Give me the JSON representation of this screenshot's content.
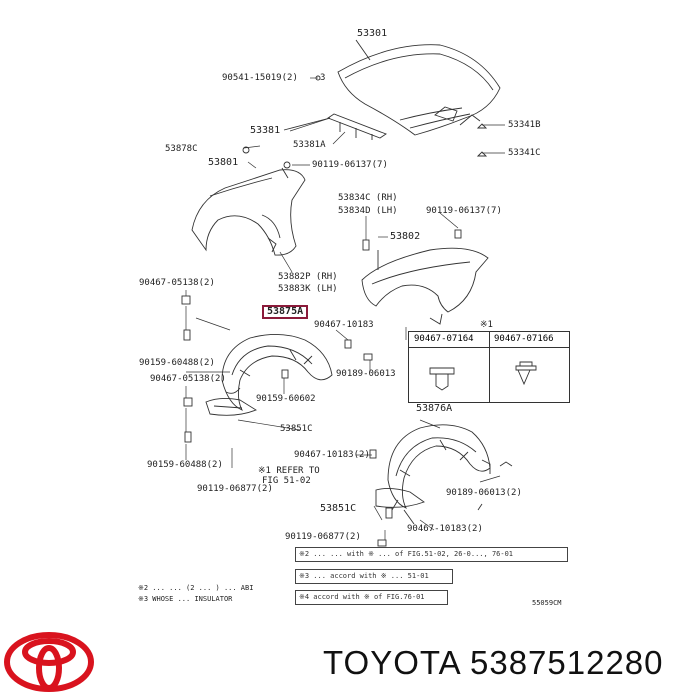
{
  "parts": {
    "p53301": "53301",
    "p90541": "90541-15019(2)",
    "p3": "3",
    "p53381": "53381",
    "p53381A": "53381A",
    "p53878C": "53878C",
    "p53801": "53801",
    "p90119a": "90119-06137(7)",
    "p53341B": "53341B",
    "p53341C": "53341C",
    "p53834C": "53834C (RH)",
    "p53834D": "53834D (LH)",
    "p90119b": "90119-06137(7)",
    "p53802": "53802",
    "p53882P": "53882P (RH)",
    "p53883K": "53883K (LH)",
    "p90467_05138a": "90467-05138(2)",
    "p53875A": "53875A",
    "p90467_10183a": "90467-10183",
    "p90159_60488a": "90159-60488(2)",
    "p90467_05138b": "90467-05138(2)",
    "p90189_06013a": "90189-06013",
    "p90159_60602": "90159-60602",
    "p53851C_a": "53851C",
    "p53876A": "53876A",
    "p90467_10183b": "90467-10183(2)",
    "p90159_60488b": "90159-60488(2)",
    "p90119_06877a": "90119-06877(2)",
    "p90189_06013b": "90189-06013(2)",
    "p53851C_b": "53851C",
    "p90467_10183c": "90467-10183(2)",
    "p90119_06877b": "90119-06877(2)"
  },
  "refer": {
    "line1": "※1 REFER TO",
    "line2": "FIG 51-02"
  },
  "table": {
    "mark": "※1",
    "col1": "90467-07164",
    "col2": "90467-07166"
  },
  "notes": {
    "n1": "※2 ... ... with ※ ... of FIG.51-02, 26-0..., 76-01",
    "n2": "※3 ... accord with ※ ... 51-01",
    "n3": "※4 accord with ※ of FIG.76-01"
  },
  "symbols": {
    "s1": "※2 ... ... (2 ... ) ... ABI",
    "s2": "※3 WHOSE ... INSULATOR"
  },
  "fig_code": "55059CM",
  "footer": {
    "brand": "TOYOTA",
    "part_number": "5387512280"
  },
  "colors": {
    "logo_red": "#d9131e",
    "highlight_border": "#8b1a3a"
  },
  "icons": {
    "brand_logo": "toyota-logo-icon"
  }
}
